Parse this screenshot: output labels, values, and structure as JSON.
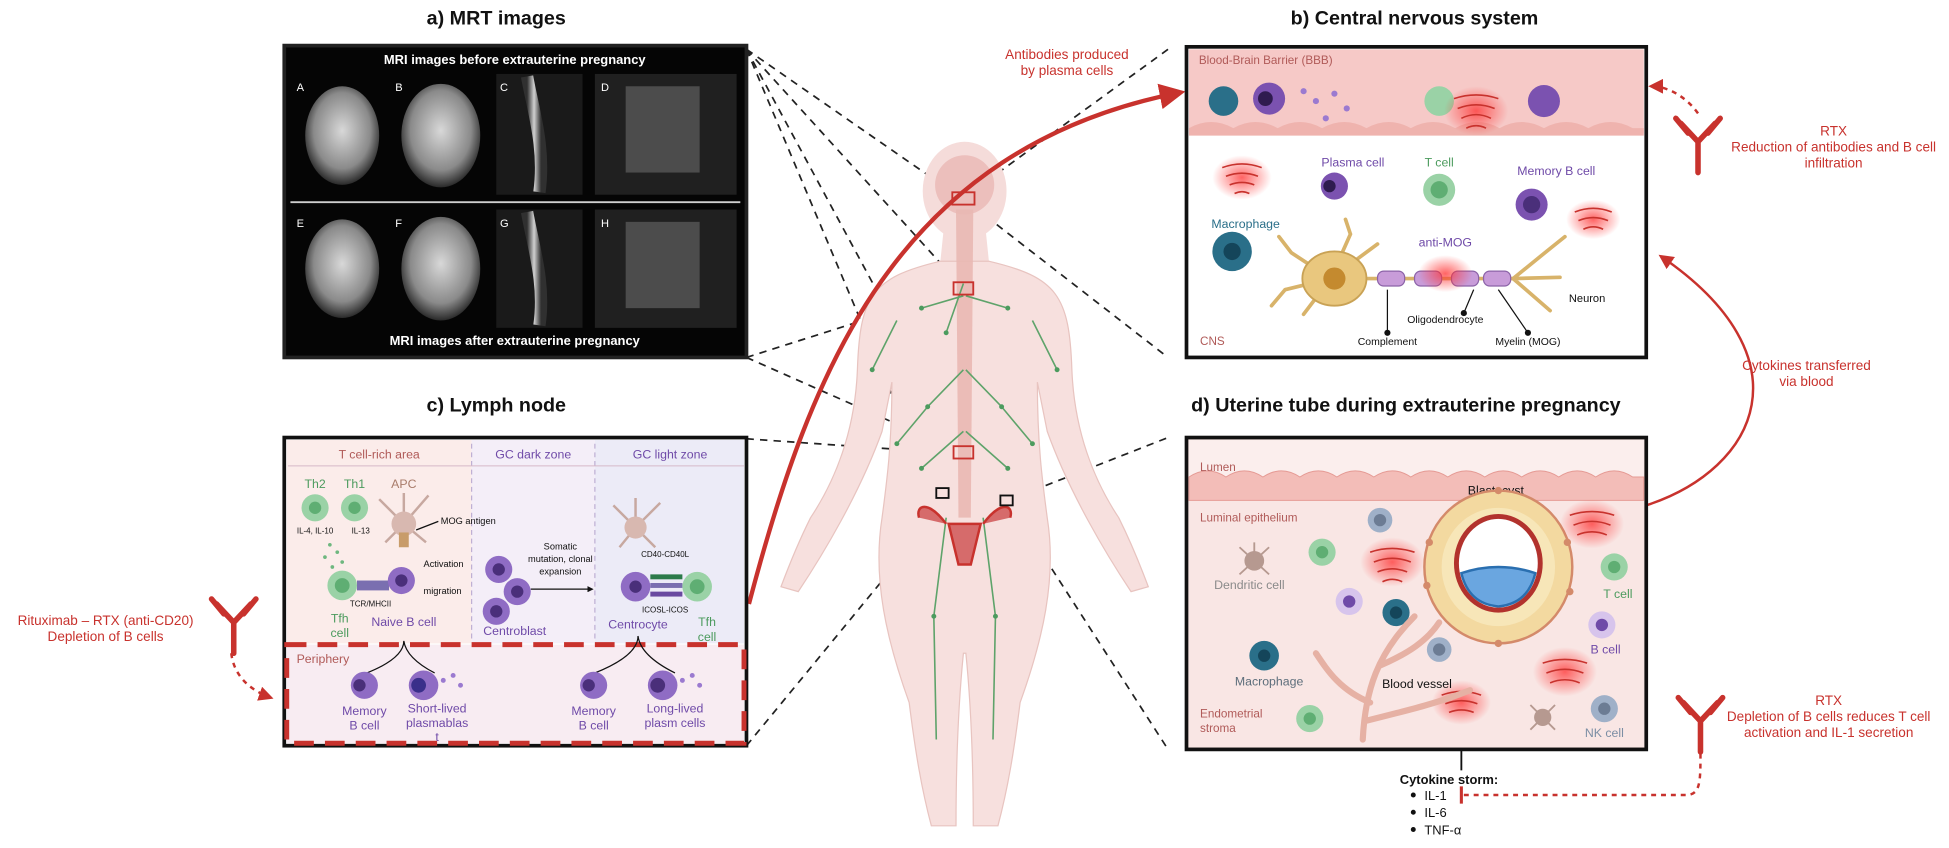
{
  "panels": {
    "a": {
      "title": "a) MRT images"
    },
    "b": {
      "title": "b) Central nervous system"
    },
    "c": {
      "title": "c) Lymph node"
    },
    "d": {
      "title": "d) Uterine tube during extrauterine pregnancy"
    }
  },
  "mri": {
    "before": "MRI images before extrauterine pregnancy",
    "after": "MRI images after extrauterine pregnancy",
    "letters": [
      "A",
      "B",
      "C",
      "D",
      "E",
      "F",
      "G",
      "H"
    ]
  },
  "cns": {
    "bbb": "Blood-Brain Barrier (BBB)",
    "plasma_cell": "Plasma cell",
    "t_cell": "T cell",
    "memory_b_cell": "Memory B cell",
    "macrophage": "Macrophage",
    "anti_mog": "anti-MOG",
    "neuron": "Neuron",
    "oligodendrocyte": "Oligodendrocyte",
    "complement": "Complement",
    "myelin": "Myelin (MOG)",
    "cns": "CNS"
  },
  "lymph": {
    "t_area": "T cell-rich area",
    "gc_dark": "GC dark zone",
    "gc_light": "GC light zone",
    "th2": "Th2",
    "th1": "Th1",
    "apc": "APC",
    "il_th2": "IL-4, IL-10",
    "il_th1": "IL-13",
    "mog_antigen": "MOG antigen",
    "activation": "Activation",
    "migration": "migration",
    "tcr": "TCR/MHCII",
    "tfh1": "Tfh",
    "cell1": "cell",
    "naive_b": "Naive B cell",
    "somatic1": "Somatic",
    "somatic2": "mutation, clonal",
    "somatic3": "expansion",
    "centroblast": "Centroblast",
    "cd40": "CD40-CD40L",
    "icos": "ICOSL-ICOS",
    "centrocyte": "Centrocyte",
    "tfh2": "Tfh",
    "cell2": "cell",
    "periphery": "Periphery",
    "memory_b1a": "Memory",
    "memory_b1b": "B cell",
    "short_lived1": "Short-lived",
    "short_lived2": "plasmablas",
    "short_lived3": "t",
    "memory_b2a": "Memory",
    "memory_b2b": "B cell",
    "long_lived1": "Long-lived",
    "long_lived2": "plasm cells"
  },
  "uterine": {
    "lumen": "Lumen",
    "blastocyst": "Blastocyst",
    "luminal_epithelium": "Luminal epithelium",
    "dendritic_cell": "Dendritic cell",
    "t_cell": "T cell",
    "macrophage": "Macrophage",
    "blood_vessel": "Blood vessel",
    "b_cell": "B cell",
    "endometrial1": "Endometrial",
    "endometrial2": "stroma",
    "nk_cell": "NK cell"
  },
  "annotations": {
    "antibodies1": "Antibodies produced",
    "antibodies2": "by plasma cells",
    "rtx_top_title": "RTX",
    "rtx_top_1": "Reduction of antibodies and B cell",
    "rtx_top_2": "infiltration",
    "cytokines1": "Cytokines transferred",
    "cytokines2": "via blood",
    "ritux1": "Rituximab – RTX (anti-CD20)",
    "ritux2": "Depletion of B cells",
    "rtx_bottom_title": "RTX",
    "rtx_bottom_1": "Depletion of B cells reduces T cell",
    "rtx_bottom_2": "activation and IL-1 secretion"
  },
  "cytokine_storm": {
    "title": "Cytokine storm:",
    "items": [
      "IL-1",
      "IL-6",
      "TNF-α"
    ]
  }
}
